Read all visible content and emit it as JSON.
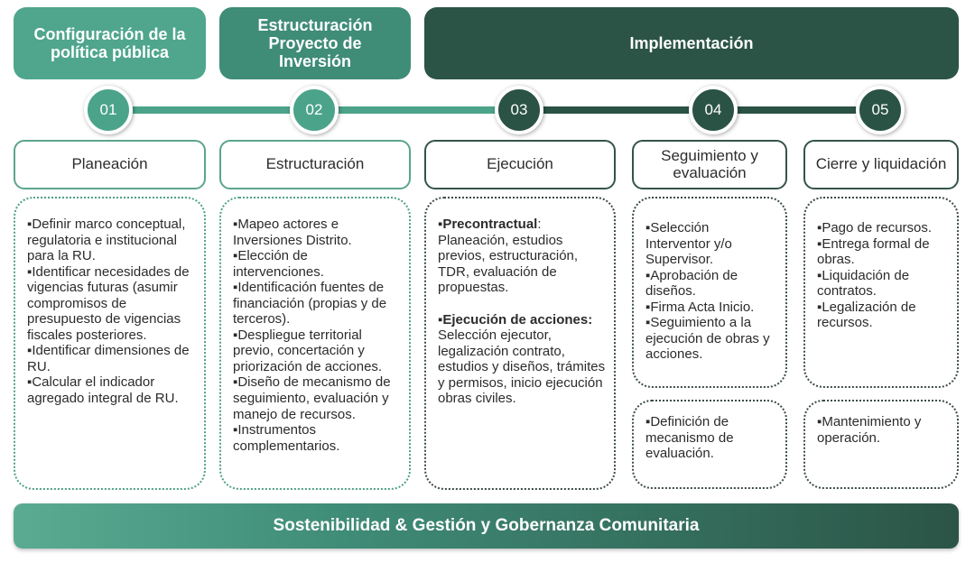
{
  "header": {
    "stage1": "Configuración de la política pública",
    "stage2": "Estructuración Proyecto de Inversión",
    "stage3": "Implementación"
  },
  "timeline": [
    "01",
    "02",
    "03",
    "04",
    "05"
  ],
  "columns": [
    {
      "title": "Planeación",
      "items": [
        "▪Definir marco conceptual, regulatoria e institucional para la RU.",
        "▪Identificar necesidades de vigencias futuras (asumir compromisos de presupuesto de vigencias fiscales posteriores.",
        "▪Identificar dimensiones de RU.",
        "▪Calcular el indicador agregado integral de RU."
      ]
    },
    {
      "title": "Estructuración",
      "items": [
        "▪Mapeo actores e Inversiones Distrito.",
        "▪Elección de intervenciones.",
        "▪Identificación fuentes de financiación (propias y de terceros).",
        "▪Despliegue territorial previo, concertación y priorización de acciones.",
        "▪Diseño de mecanismo de seguimiento, evaluación y manejo de recursos.",
        "▪Instrumentos complementarios."
      ]
    },
    {
      "title": "Ejecución",
      "paragraphs": [
        {
          "bold": "▪Precontractual",
          "rest": ": Planeación, estudios previos, estructuración, TDR, evaluación de propuestas."
        },
        {
          "bold": "▪Ejecución de acciones:",
          "rest": " Selección ejecutor, legalización contrato, estudios y diseños, trámites y permisos, inicio ejecución obras civiles."
        }
      ]
    },
    {
      "title": "Seguimiento y evaluación",
      "items": [
        "▪Selección Interventor y/o Supervisor.",
        "▪Aprobación de diseños.",
        "▪Firma Acta Inicio.",
        "▪Seguimiento a la ejecución de obras y acciones."
      ],
      "items2": [
        "▪Definición de mecanismo de evaluación."
      ]
    },
    {
      "title": "Cierre y liquidación",
      "items": [
        "▪Pago de recursos.",
        "▪Entrega formal de obras.",
        "▪Liquidación de contratos.",
        "▪Legalización de recursos."
      ],
      "items2": [
        "▪Mantenimiento y operación."
      ]
    }
  ],
  "footer": {
    "label": "Sostenibilidad & Gestión y Gobernanza Comunitaria"
  },
  "colors": {
    "stage1_bg": "#4fa68c",
    "stage2_bg": "#3f8c77",
    "stage3_bg": "#2b5446",
    "node_teal": "#4ba38a",
    "node_dark": "#2a5245",
    "border_teal": "#5ba48e",
    "border_dark": "#33544a",
    "dotted_teal": "#4fa08a",
    "dotted_dark": "#3c4b48",
    "text": "#2b2b2b"
  }
}
